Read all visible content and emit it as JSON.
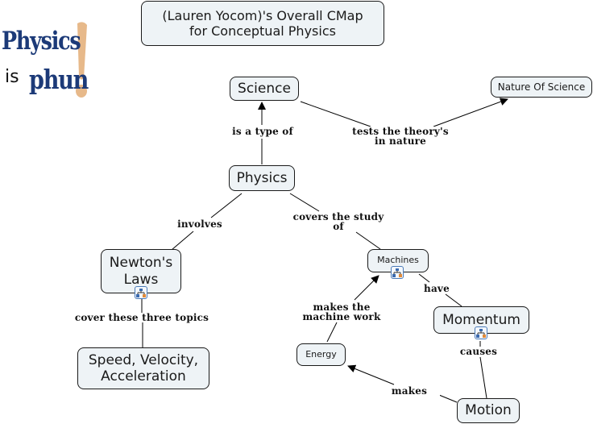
{
  "title": "(Lauren Yocom)'s Overall CMap\nfor Conceptual Physics",
  "title_lines": [
    "(Lauren Yocom)'s Overall CMap",
    "for Conceptual Physics"
  ],
  "logo": {
    "line1": "Physics",
    "is": "is",
    "phun": "phun",
    "accent_color": "#e7b98a",
    "text_color": "#1c3a78"
  },
  "concepts": {
    "science": "Science",
    "nature_of_science": "Nature Of Science",
    "physics": "Physics",
    "newtons_laws": "Newton's Laws",
    "machines": "Machines",
    "momentum": "Momentum",
    "speed_velocity_acceleration": "Speed, Velocity, Acceleration",
    "energy": "Energy",
    "motion": "Motion"
  },
  "linking_phrases": {
    "is_a_type_of": "is a type of",
    "tests_the_theorys": [
      "tests the theory's",
      "in nature"
    ],
    "involves": "involves",
    "covers_the_study_of": [
      "covers the study",
      "of"
    ],
    "cover_these_three_topics": "cover these three topics",
    "have": "have",
    "makes_the_machine_work": [
      "makes the",
      "machine work"
    ],
    "causes": "causes",
    "makes": "makes"
  },
  "propositions": [
    {
      "from": "Physics",
      "link": "is a type of",
      "to": "Science"
    },
    {
      "from": "Science",
      "link": "tests the theory's in nature",
      "to": "Nature Of Science"
    },
    {
      "from": "Physics",
      "link": "involves",
      "to": "Newton's Laws"
    },
    {
      "from": "Physics",
      "link": "covers the study of",
      "to": "Machines"
    },
    {
      "from": "Newton's Laws",
      "link": "cover these three topics",
      "to": "Speed, Velocity, Acceleration"
    },
    {
      "from": "Machines",
      "link": "have",
      "to": "Momentum"
    },
    {
      "from": "Energy",
      "link": "makes the machine work",
      "to": "Machines"
    },
    {
      "from": "Momentum",
      "link": "causes",
      "to": "Motion"
    },
    {
      "from": "Motion",
      "link": "makes",
      "to": "Energy"
    }
  ],
  "colors": {
    "node_fill": "#eef3f6",
    "node_border": "#1a1a1a",
    "submap_icon": "#4a7ab8"
  }
}
